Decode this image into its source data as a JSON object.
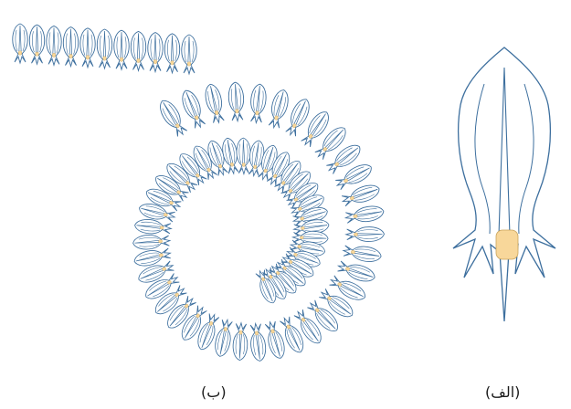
{
  "figure": {
    "captions": {
      "spiral_colony": "(ب)",
      "single_zooid": "(الف)"
    },
    "colors": {
      "outline": "#3d6f9e",
      "nucleus_fill": "#f8d79a",
      "nucleus_stroke": "#c9a35b",
      "background": "#ffffff"
    },
    "icons": {
      "spiral_colony": "spiral-colony-illustration",
      "single_zooid": "single-zooid-illustration"
    }
  }
}
